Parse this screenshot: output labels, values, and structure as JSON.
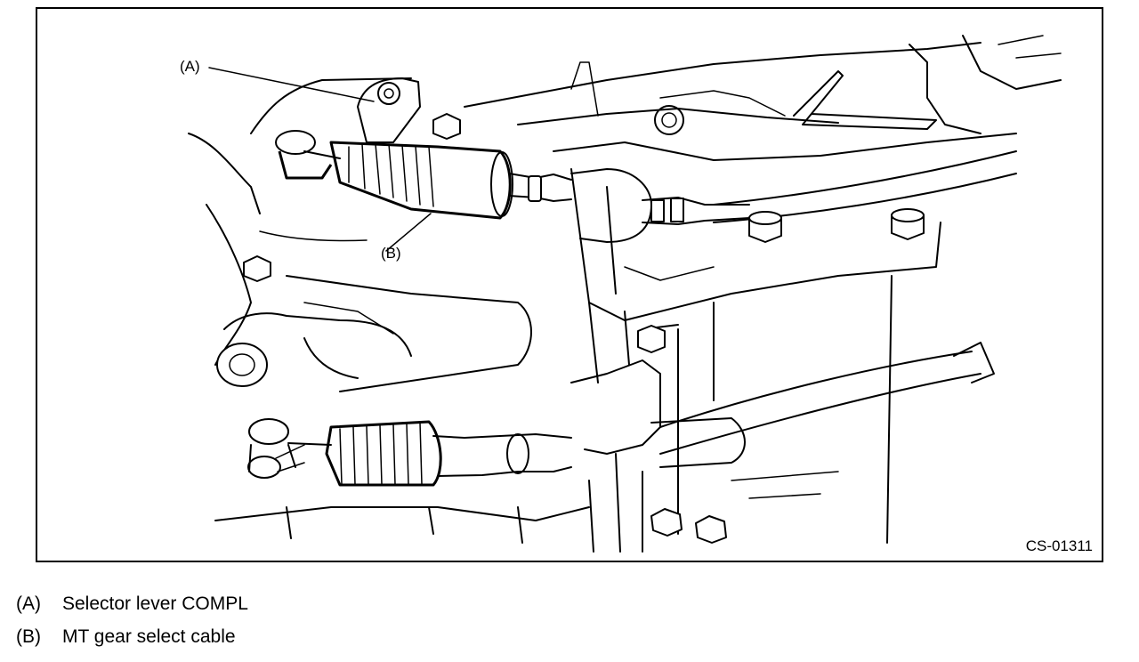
{
  "figure": {
    "code": "CS-01311",
    "callouts": [
      {
        "key": "(A)"
      },
      {
        "key": "(B)"
      }
    ]
  },
  "legend": [
    {
      "key": "(A)",
      "text": "Selector lever COMPL"
    },
    {
      "key": "(B)",
      "text": "MT gear select cable"
    }
  ]
}
